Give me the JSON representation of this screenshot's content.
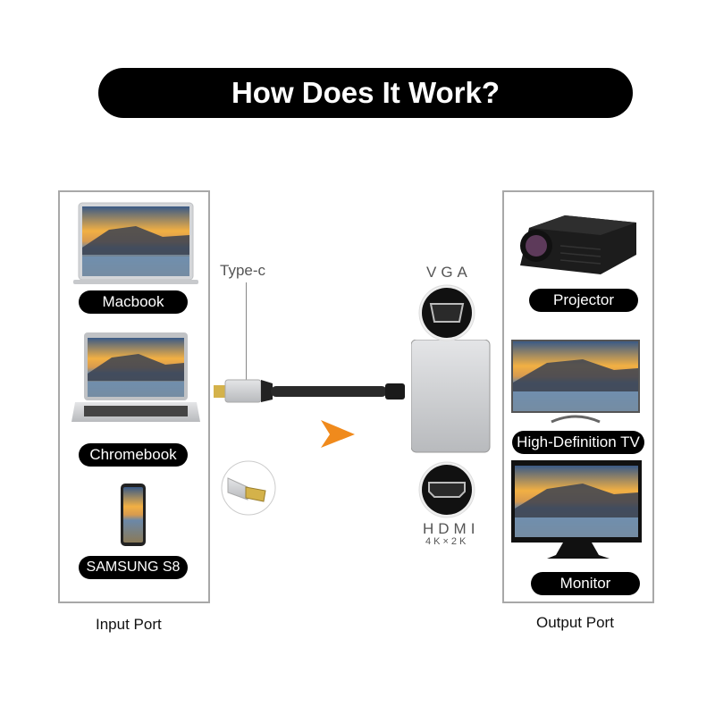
{
  "title": "How Does It Work?",
  "input": {
    "caption": "Input Port",
    "devices": [
      {
        "label": "Macbook",
        "icon": "laptop-icon"
      },
      {
        "label": "Chromebook",
        "icon": "laptop-icon"
      },
      {
        "label": "SAMSUNG S8",
        "icon": "smartphone-icon"
      }
    ]
  },
  "output": {
    "caption": "Output Port",
    "devices": [
      {
        "label": "Projector",
        "icon": "projector-icon"
      },
      {
        "label": "High-Definition TV",
        "icon": "tv-icon"
      },
      {
        "label": "Monitor",
        "icon": "monitor-icon"
      }
    ]
  },
  "adapter": {
    "input_connector": "Type-c",
    "outputs": [
      {
        "label": "VGA",
        "sublabel": ""
      },
      {
        "label": "HDMI",
        "sublabel": "4K×2K"
      }
    ]
  },
  "colors": {
    "arrow": "#f08a1c",
    "pill_bg": "#000000",
    "panel_border": "#a8a8a8",
    "adapter_body": "#c9cacc"
  }
}
